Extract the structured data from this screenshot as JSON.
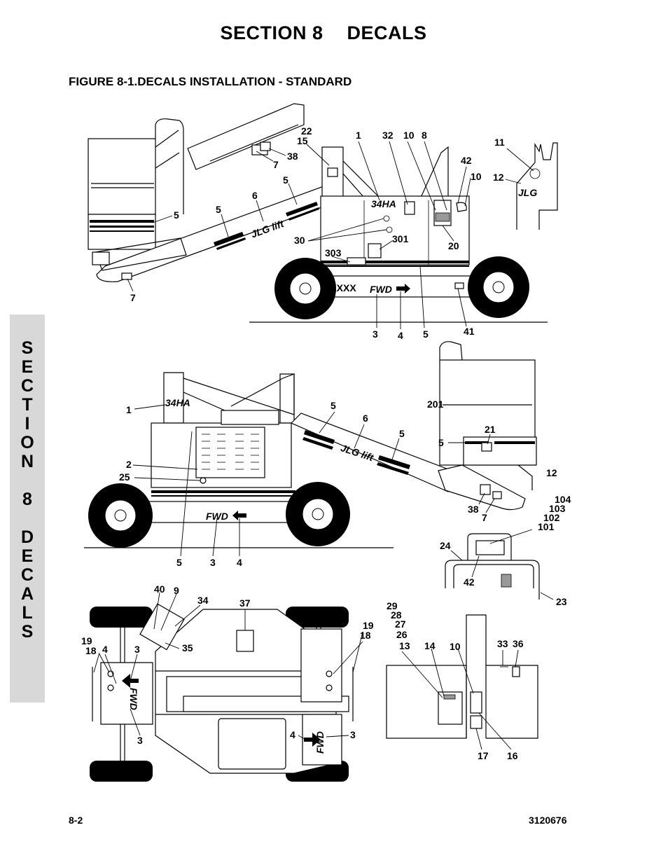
{
  "section_title": {
    "part1": "SECTION 8",
    "part2": "DECALS"
  },
  "figure_title": "FIGURE 8-1.DECALS INSTALLATION - STANDARD",
  "side_tab": [
    "S",
    "E",
    "C",
    "T",
    "I",
    "O",
    "N",
    "",
    "8",
    "",
    "D",
    "E",
    "C",
    "A",
    "L",
    "S"
  ],
  "footer": {
    "page": "8-2",
    "doc_number": "3120676"
  },
  "decal_text": {
    "fwd": "FWD",
    "model": "34HA",
    "jlg_small": "JLG lift",
    "jlg_large": "JLG",
    "serial": "XXXXX"
  },
  "view1_callouts": {
    "c22": "22",
    "c15": "15",
    "c1": "1",
    "c32": "32",
    "c10a": "10",
    "c8": "8",
    "c11": "11",
    "c42": "42",
    "c10b": "10",
    "c12": "12",
    "c7a": "7",
    "c38": "38",
    "c5a": "5",
    "c6": "6",
    "c5b": "5",
    "c5c": "5",
    "c30": "30",
    "c301": "301",
    "c20": "20",
    "c303": "303",
    "c7b": "7",
    "c3": "3",
    "c4": "4",
    "c5d": "5",
    "c41": "41"
  },
  "view2_callouts": {
    "c1": "1",
    "c5a": "5",
    "c6": "6",
    "c5b": "5",
    "c201": "201",
    "c21": "21",
    "c5c": "5",
    "c12": "12",
    "c2": "2",
    "c25": "25",
    "c104": "104",
    "c103": "103",
    "c102": "102",
    "c101": "101",
    "c38": "38",
    "c7": "7",
    "c24": "24",
    "c42": "42",
    "c23": "23",
    "c5d": "5",
    "c3": "3",
    "c4": "4"
  },
  "view3_callouts": {
    "c40": "40",
    "c9": "9",
    "c34": "34",
    "c37": "37",
    "c35": "35",
    "c19a": "19",
    "c18a": "18",
    "c4a": "4",
    "c3a": "3",
    "c3b": "3",
    "c19b": "19",
    "c18b": "18",
    "c4b": "4",
    "c3c": "3",
    "c29": "29",
    "c28": "28",
    "c27": "27",
    "c26": "26",
    "c13": "13",
    "c14": "14",
    "c10": "10",
    "c33": "33",
    "c36": "36",
    "c17": "17",
    "c16": "16"
  }
}
